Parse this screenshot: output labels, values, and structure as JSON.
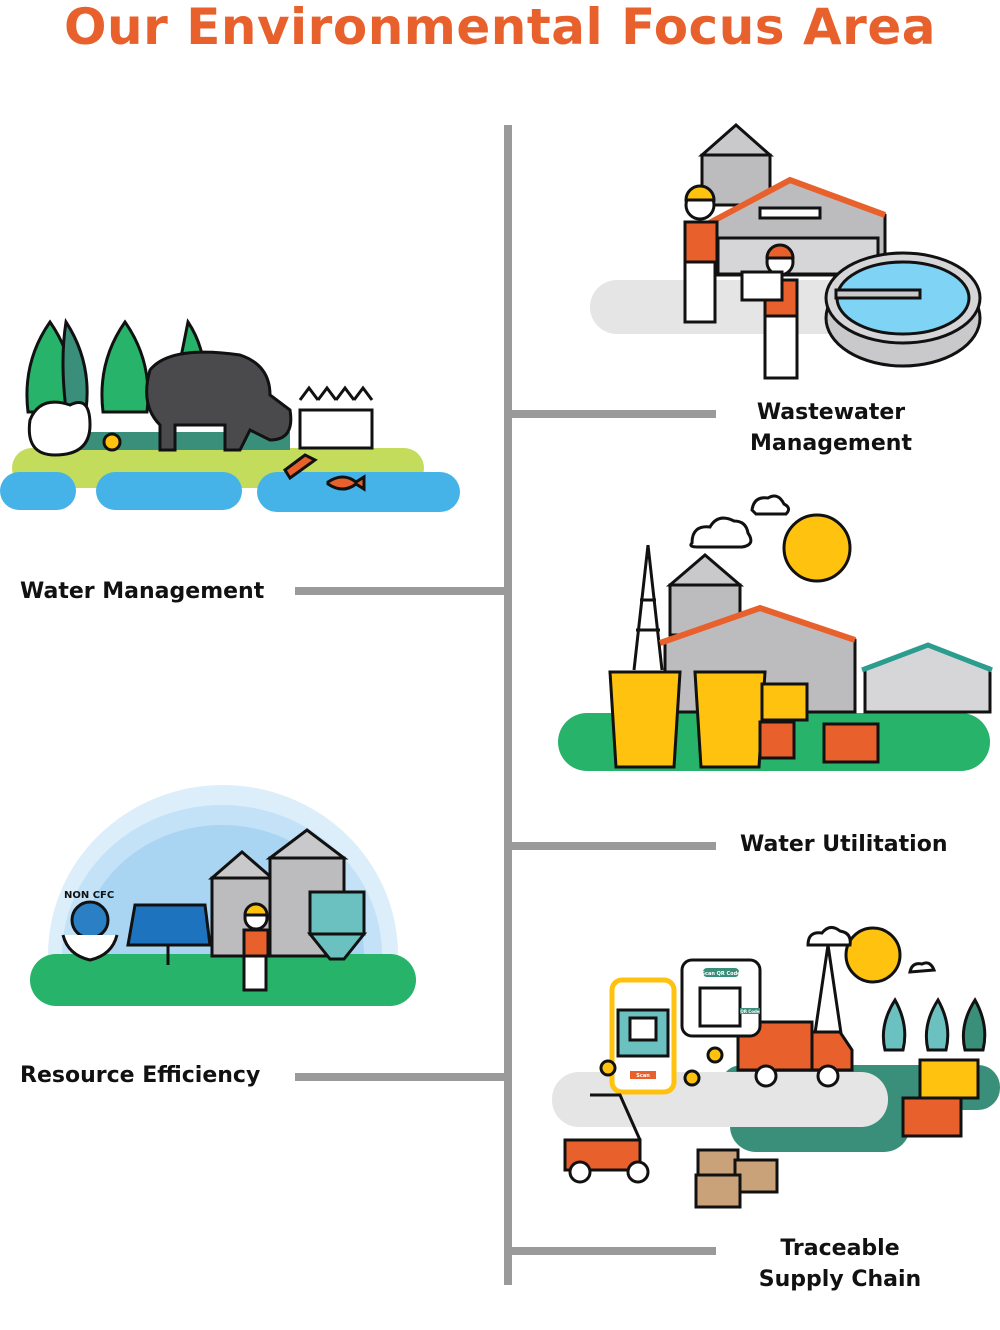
{
  "title": "Our Environmental Focus Area",
  "colors": {
    "accent": "#E8612C",
    "timeline": "#9a9a9a",
    "green": "#27B36A",
    "water": "#45B3E7",
    "yellow": "#FFC20E"
  },
  "focus_areas": [
    {
      "label_line1": "Wastewater",
      "label_line2": "Management",
      "side": "right"
    },
    {
      "label": "Water Management",
      "side": "left"
    },
    {
      "label": "Water Utilitation",
      "side": "right"
    },
    {
      "label": "Resource Efficiency",
      "side": "left"
    },
    {
      "label_line1": "Traceable",
      "label_line2": "Supply Chain",
      "side": "right"
    }
  ],
  "illustration_text": {
    "non_cfc": "NON CFC",
    "scan_qr_code": "Scan QR Code",
    "scan_button": "Scan",
    "qr_code_tag": "QR Code"
  }
}
